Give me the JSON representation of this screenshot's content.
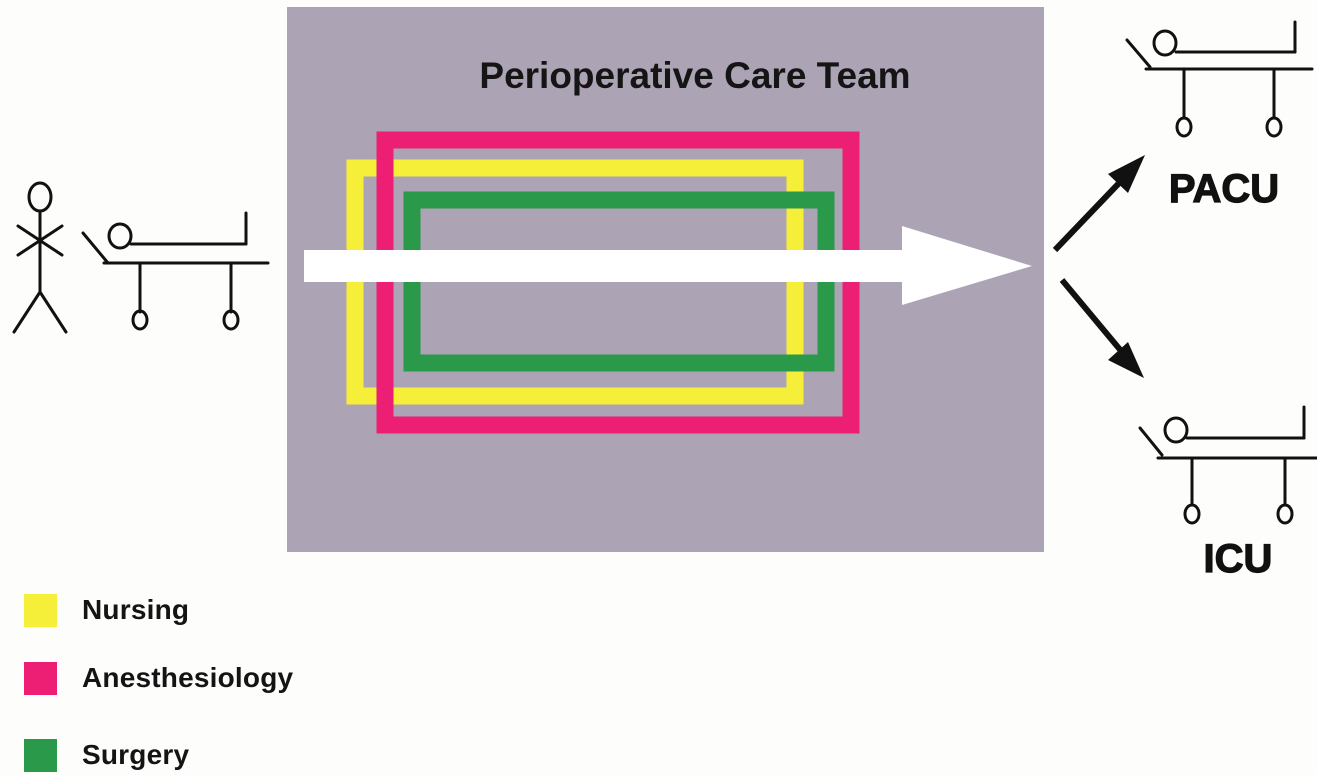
{
  "title": "Perioperative Care Team",
  "destinations": {
    "pacu": "PACU",
    "icu": "ICU"
  },
  "legend": [
    {
      "label": "Nursing",
      "color": "#f6ef3a"
    },
    {
      "label": "Anesthesiology",
      "color": "#ec1f74"
    },
    {
      "label": "Surgery",
      "color": "#2a9a4a"
    }
  ],
  "colors": {
    "team_background": "#aca3b4",
    "flow_arrow": "#ffffff",
    "outline": "#111111"
  },
  "icons": [
    "person-icon",
    "stretcher-icon",
    "flow-arrow-icon",
    "branch-arrow-icon"
  ]
}
